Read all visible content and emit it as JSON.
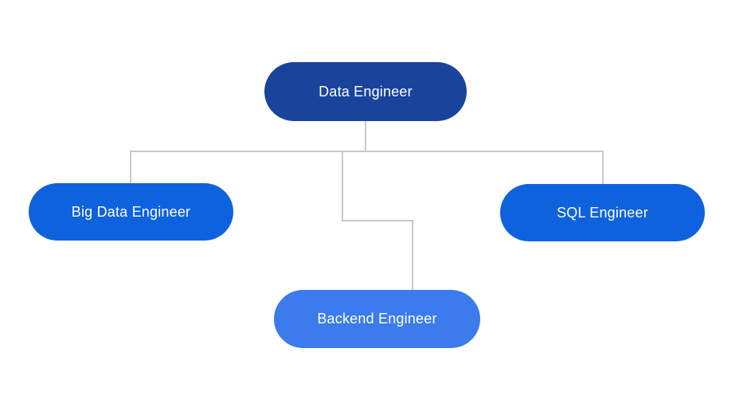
{
  "canvas": {
    "background": "#FFFFFF",
    "connector_color": "#C9C9C9"
  },
  "org_chart": {
    "type": "org-chart",
    "nodes": [
      {
        "id": "data-engineer",
        "label": "Data Engineer",
        "fill": "#1A449C",
        "text_color": "#FFFFFF",
        "level": 1
      },
      {
        "id": "big-data-engineer",
        "label": "Big Data Engineer",
        "fill": "#0E62DE",
        "text_color": "#FFFFFF",
        "level": 2
      },
      {
        "id": "sql-engineer",
        "label": "SQL Engineer",
        "fill": "#0E62DE",
        "text_color": "#FFFFFF",
        "level": 2
      },
      {
        "id": "backend-engineer",
        "label": "Backend Engineer",
        "fill": "#3B7BEC",
        "text_color": "#FFFFFF",
        "level": 2
      }
    ],
    "edges": [
      {
        "from": "data-engineer",
        "to": "big-data-engineer"
      },
      {
        "from": "data-engineer",
        "to": "sql-engineer"
      },
      {
        "from": "data-engineer",
        "to": "backend-engineer"
      }
    ]
  }
}
